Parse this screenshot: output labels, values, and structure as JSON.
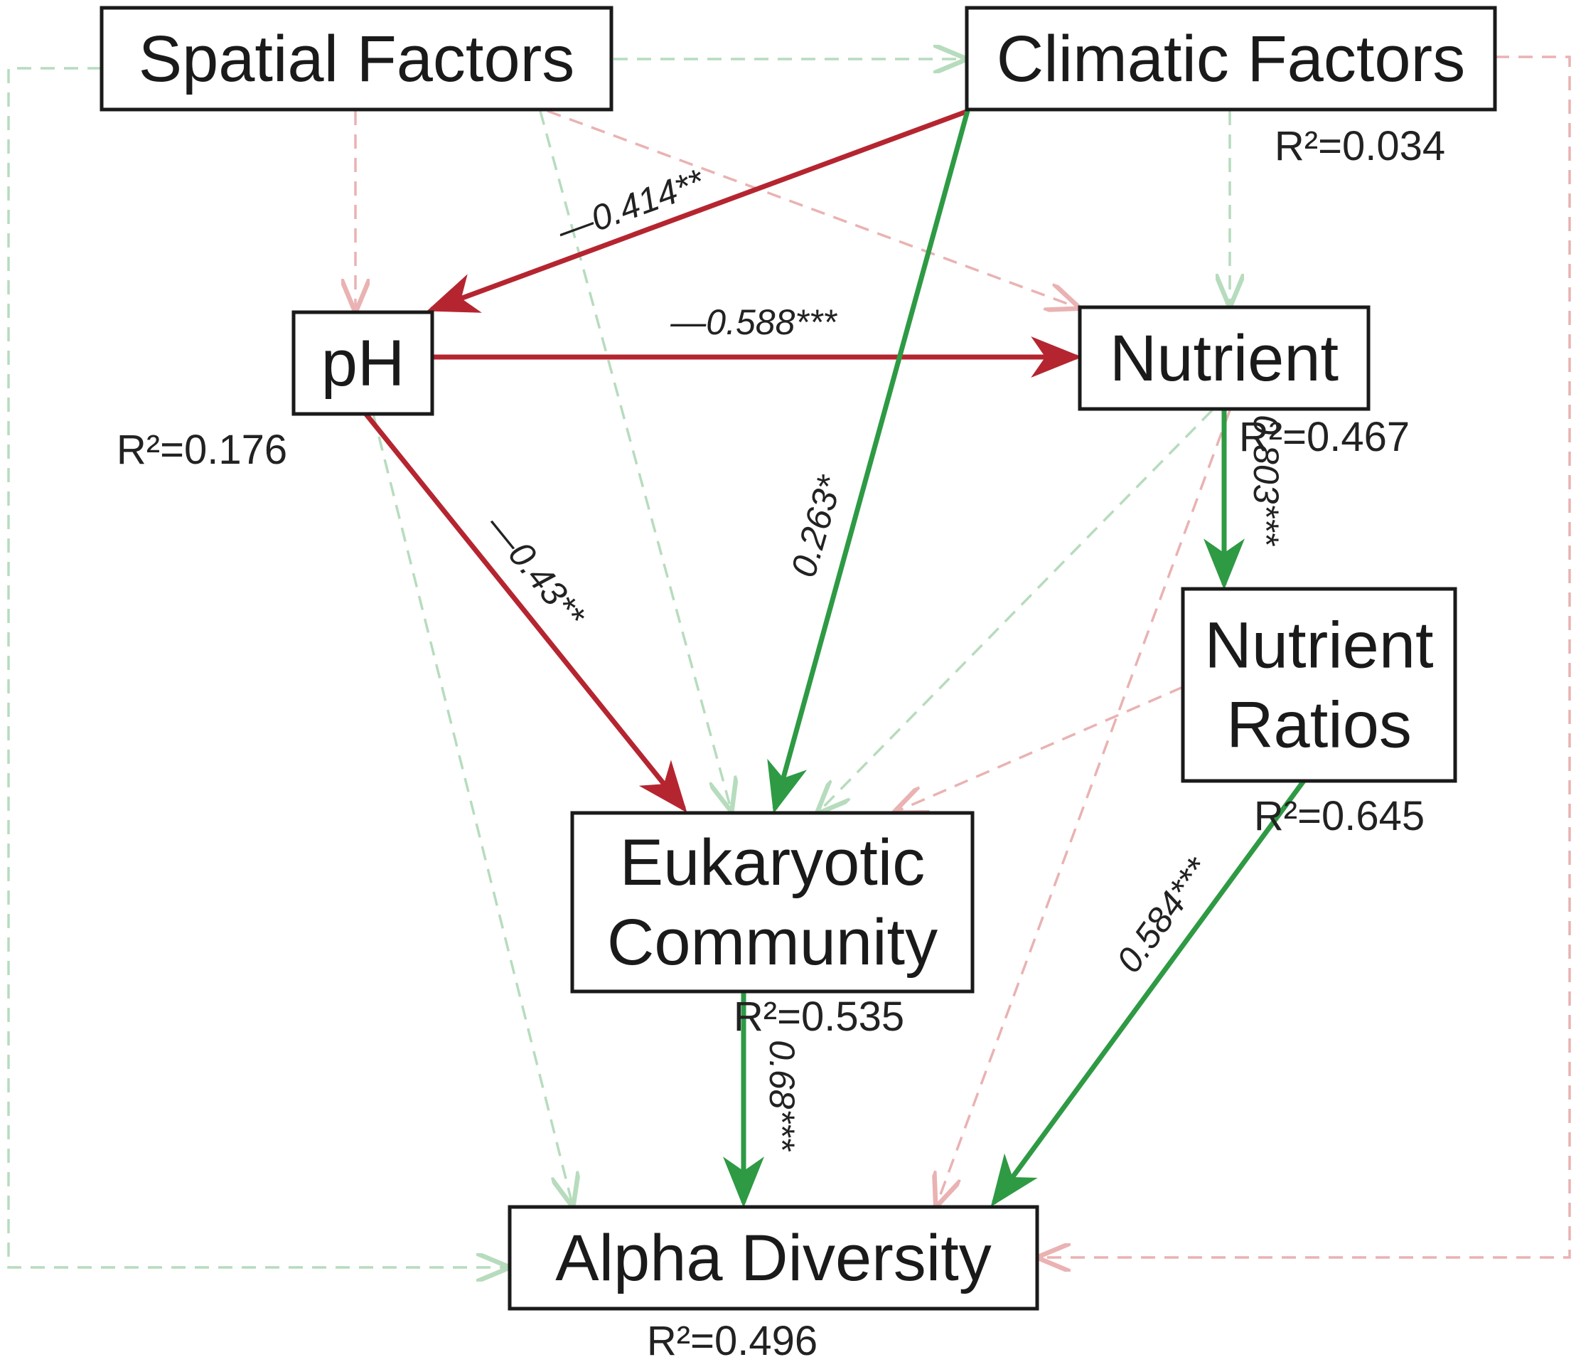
{
  "colors": {
    "negative": "#b52530",
    "positive": "#2e9a44",
    "negative_ns": "#eab2b2",
    "positive_ns": "#b6dcbd",
    "box_border": "#1a1a1a"
  },
  "nodes": {
    "spatial": {
      "lines": [
        "Spatial Factors"
      ],
      "r2": ""
    },
    "climatic": {
      "lines": [
        "Climatic Factors"
      ],
      "r2": "R²=0.034"
    },
    "ph": {
      "lines": [
        "pH"
      ],
      "r2": "R²=0.176"
    },
    "nutrient": {
      "lines": [
        "Nutrient"
      ],
      "r2": "R²=0.467"
    },
    "ratios": {
      "lines": [
        "Nutrient",
        "Ratios"
      ],
      "r2": "R²=0.645"
    },
    "eukaryotic": {
      "lines": [
        "Eukaryotic",
        "Community"
      ],
      "r2": "R²=0.535"
    },
    "alpha": {
      "lines": [
        "Alpha Diversity"
      ],
      "r2": "R²=0.496"
    }
  },
  "edges": [
    {
      "from": "climatic",
      "to": "ph",
      "sign": "negative",
      "significant": true,
      "label": "—0.414**"
    },
    {
      "from": "ph",
      "to": "nutrient",
      "sign": "negative",
      "significant": true,
      "label": "—0.588***"
    },
    {
      "from": "ph",
      "to": "eukaryotic",
      "sign": "negative",
      "significant": true,
      "label": "—0.43**"
    },
    {
      "from": "climatic",
      "to": "eukaryotic",
      "sign": "positive",
      "significant": true,
      "label": "0.263*"
    },
    {
      "from": "nutrient",
      "to": "ratios",
      "sign": "positive",
      "significant": true,
      "label": "0.803***"
    },
    {
      "from": "eukaryotic",
      "to": "alpha",
      "sign": "positive",
      "significant": true,
      "label": "0.68***"
    },
    {
      "from": "ratios",
      "to": "alpha",
      "sign": "positive",
      "significant": true,
      "label": "0.584***"
    },
    {
      "from": "spatial",
      "to": "climatic",
      "sign": "positive",
      "significant": false,
      "label": ""
    },
    {
      "from": "spatial",
      "to": "ph",
      "sign": "negative",
      "significant": false,
      "label": ""
    },
    {
      "from": "spatial",
      "to": "eukaryotic",
      "sign": "positive",
      "significant": false,
      "label": ""
    },
    {
      "from": "spatial",
      "to": "nutrient",
      "sign": "negative",
      "significant": false,
      "label": ""
    },
    {
      "from": "spatial",
      "to": "alpha",
      "sign": "positive",
      "significant": false,
      "label": ""
    },
    {
      "from": "climatic",
      "to": "nutrient",
      "sign": "positive",
      "significant": false,
      "label": ""
    },
    {
      "from": "climatic",
      "to": "alpha",
      "sign": "negative",
      "significant": false,
      "label": ""
    },
    {
      "from": "ph",
      "to": "alpha",
      "sign": "positive",
      "significant": false,
      "label": ""
    },
    {
      "from": "nutrient",
      "to": "eukaryotic",
      "sign": "positive",
      "significant": false,
      "label": ""
    },
    {
      "from": "nutrient",
      "to": "alpha",
      "sign": "negative",
      "significant": false,
      "label": ""
    },
    {
      "from": "ratios",
      "to": "eukaryotic",
      "sign": "negative",
      "significant": false,
      "label": ""
    }
  ]
}
